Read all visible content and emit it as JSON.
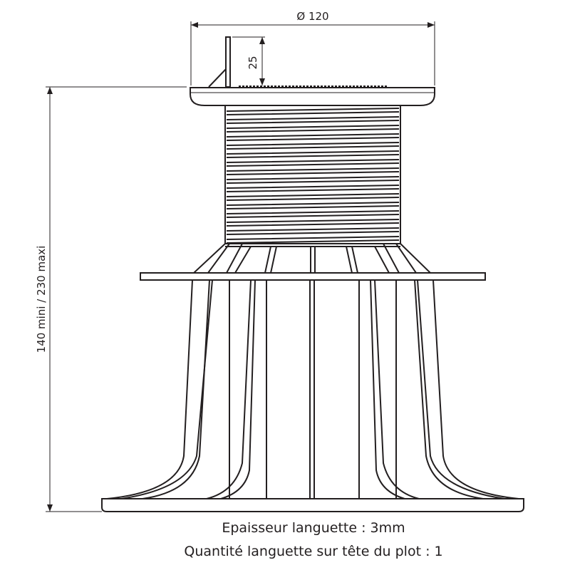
{
  "dimensions": {
    "diameter_label": "Ø 120",
    "tab_height_label": "25",
    "height_range_label": "140 mini / 230 maxi"
  },
  "captions": {
    "line1": "Epaisseur languette : 3mm",
    "line2": "Quantité languette sur tête du plot : 1"
  }
}
